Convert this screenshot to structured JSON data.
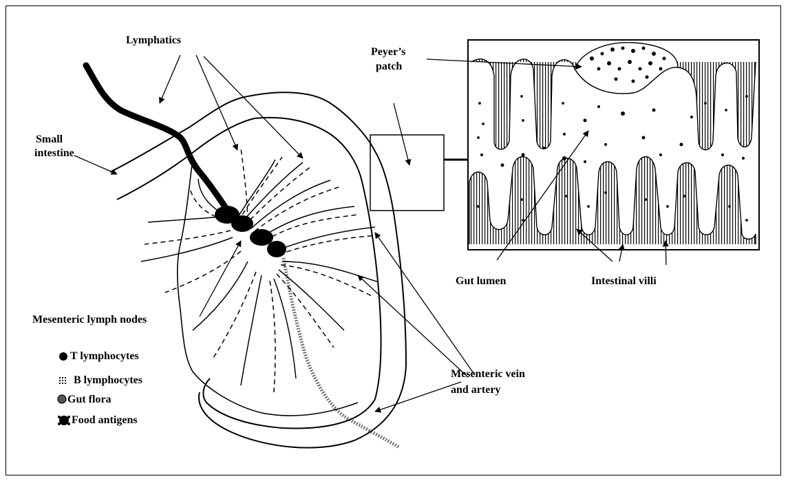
{
  "labels": {
    "lymphatics": "Lymphatics",
    "small_intestine_1": "Small",
    "small_intestine_2": "intestine",
    "peyers_patch_1": "Peyer’s",
    "peyers_patch_2": "patch",
    "gut_lumen": "Gut lumen",
    "intestinal_villi": "Intestinal villi",
    "mesenteric_lymph_nodes": "Mesenteric lymph nodes",
    "mesenteric_vein_1": "Mesenteric vein",
    "mesenteric_vein_2": "and artery"
  },
  "legend": [
    {
      "label": "T lymphocytes",
      "icon": "solid-dot-icon"
    },
    {
      "label": "B lymphocytes",
      "icon": "dotted-square-icon"
    },
    {
      "label": "Gut flora",
      "icon": "hatched-dot-icon"
    },
    {
      "label": "Food antigens",
      "icon": "spiky-dot-icon"
    }
  ]
}
